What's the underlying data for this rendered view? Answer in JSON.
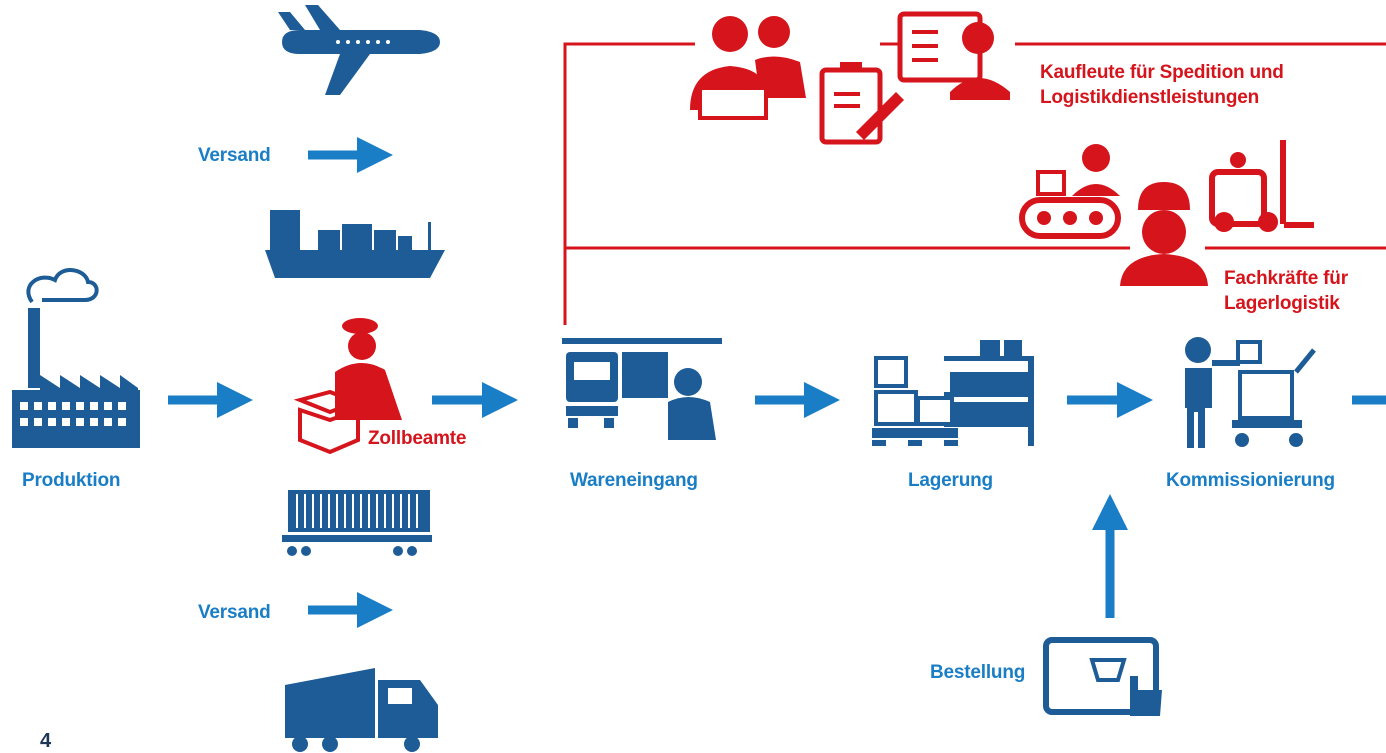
{
  "stages": {
    "produktion": "Produktion",
    "wareneingang": "Wareneingang",
    "lagerung": "Lagerung",
    "kommissionierung": "Kommissionierung"
  },
  "shipping": {
    "versand_top": "Versand",
    "versand_bottom": "Versand"
  },
  "customs": "Zollbeamte",
  "order": "Bestellung",
  "roles": {
    "kaufleute": "Kaufleute für Spedition und\nLogistikdienstleistungen",
    "fachkraefte": "Fachkräfte für\nLagerlogistik"
  },
  "page_number": "4",
  "colors": {
    "blue": "#1a7ec6",
    "navy": "#1d5c96",
    "red": "#d6141c"
  }
}
